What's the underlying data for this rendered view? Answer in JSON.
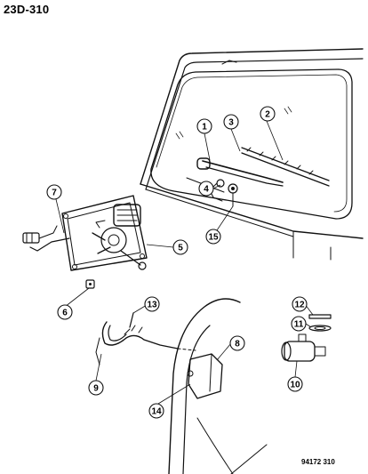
{
  "header": {
    "page_code": "23D-310"
  },
  "footer": {
    "figure_code": "94172 310"
  },
  "callouts": [
    {
      "number": "1"
    },
    {
      "number": "2"
    },
    {
      "number": "3"
    },
    {
      "number": "4"
    },
    {
      "number": "5"
    },
    {
      "number": "6"
    },
    {
      "number": "7"
    },
    {
      "number": "8"
    },
    {
      "number": "9"
    },
    {
      "number": "10"
    },
    {
      "number": "11"
    },
    {
      "number": "12"
    },
    {
      "number": "13"
    },
    {
      "number": "14"
    },
    {
      "number": "15"
    }
  ]
}
